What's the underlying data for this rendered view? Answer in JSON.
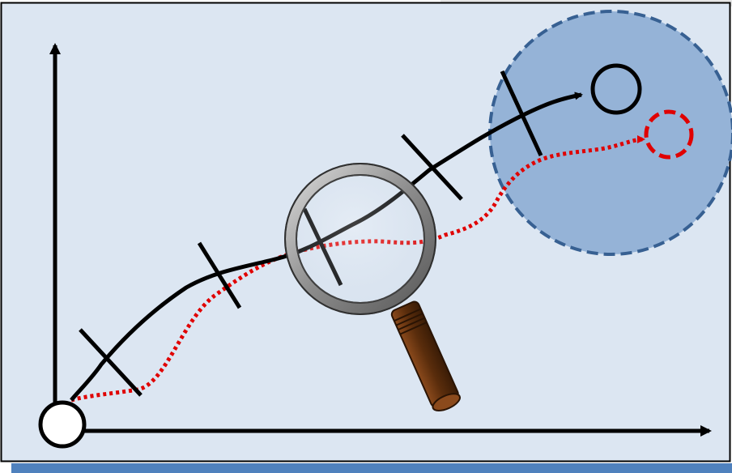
{
  "colors": {
    "panel_fill": "#dce6f2",
    "panel_border": "#000000",
    "panel_shadow": "#4f81bd",
    "target_zone_fill": "#95b3d7",
    "target_zone_border": "#376092",
    "actual_path": "#000000",
    "planned_path": "#e00000",
    "magnifier_rim": "#7f7f7f",
    "magnifier_handle": "#5c3317"
  },
  "icons": {
    "start": "start-circle-icon",
    "goal": "goal-circle-icon",
    "alternate_goal": "dashed-goal-circle-icon",
    "inspect": "magnifying-glass-icon"
  },
  "diagram": {
    "axes": [
      "y-axis",
      "x-axis"
    ],
    "checkpoint_markers": 5,
    "paths": [
      "solid-black-trajectory",
      "dotted-red-trajectory"
    ]
  }
}
